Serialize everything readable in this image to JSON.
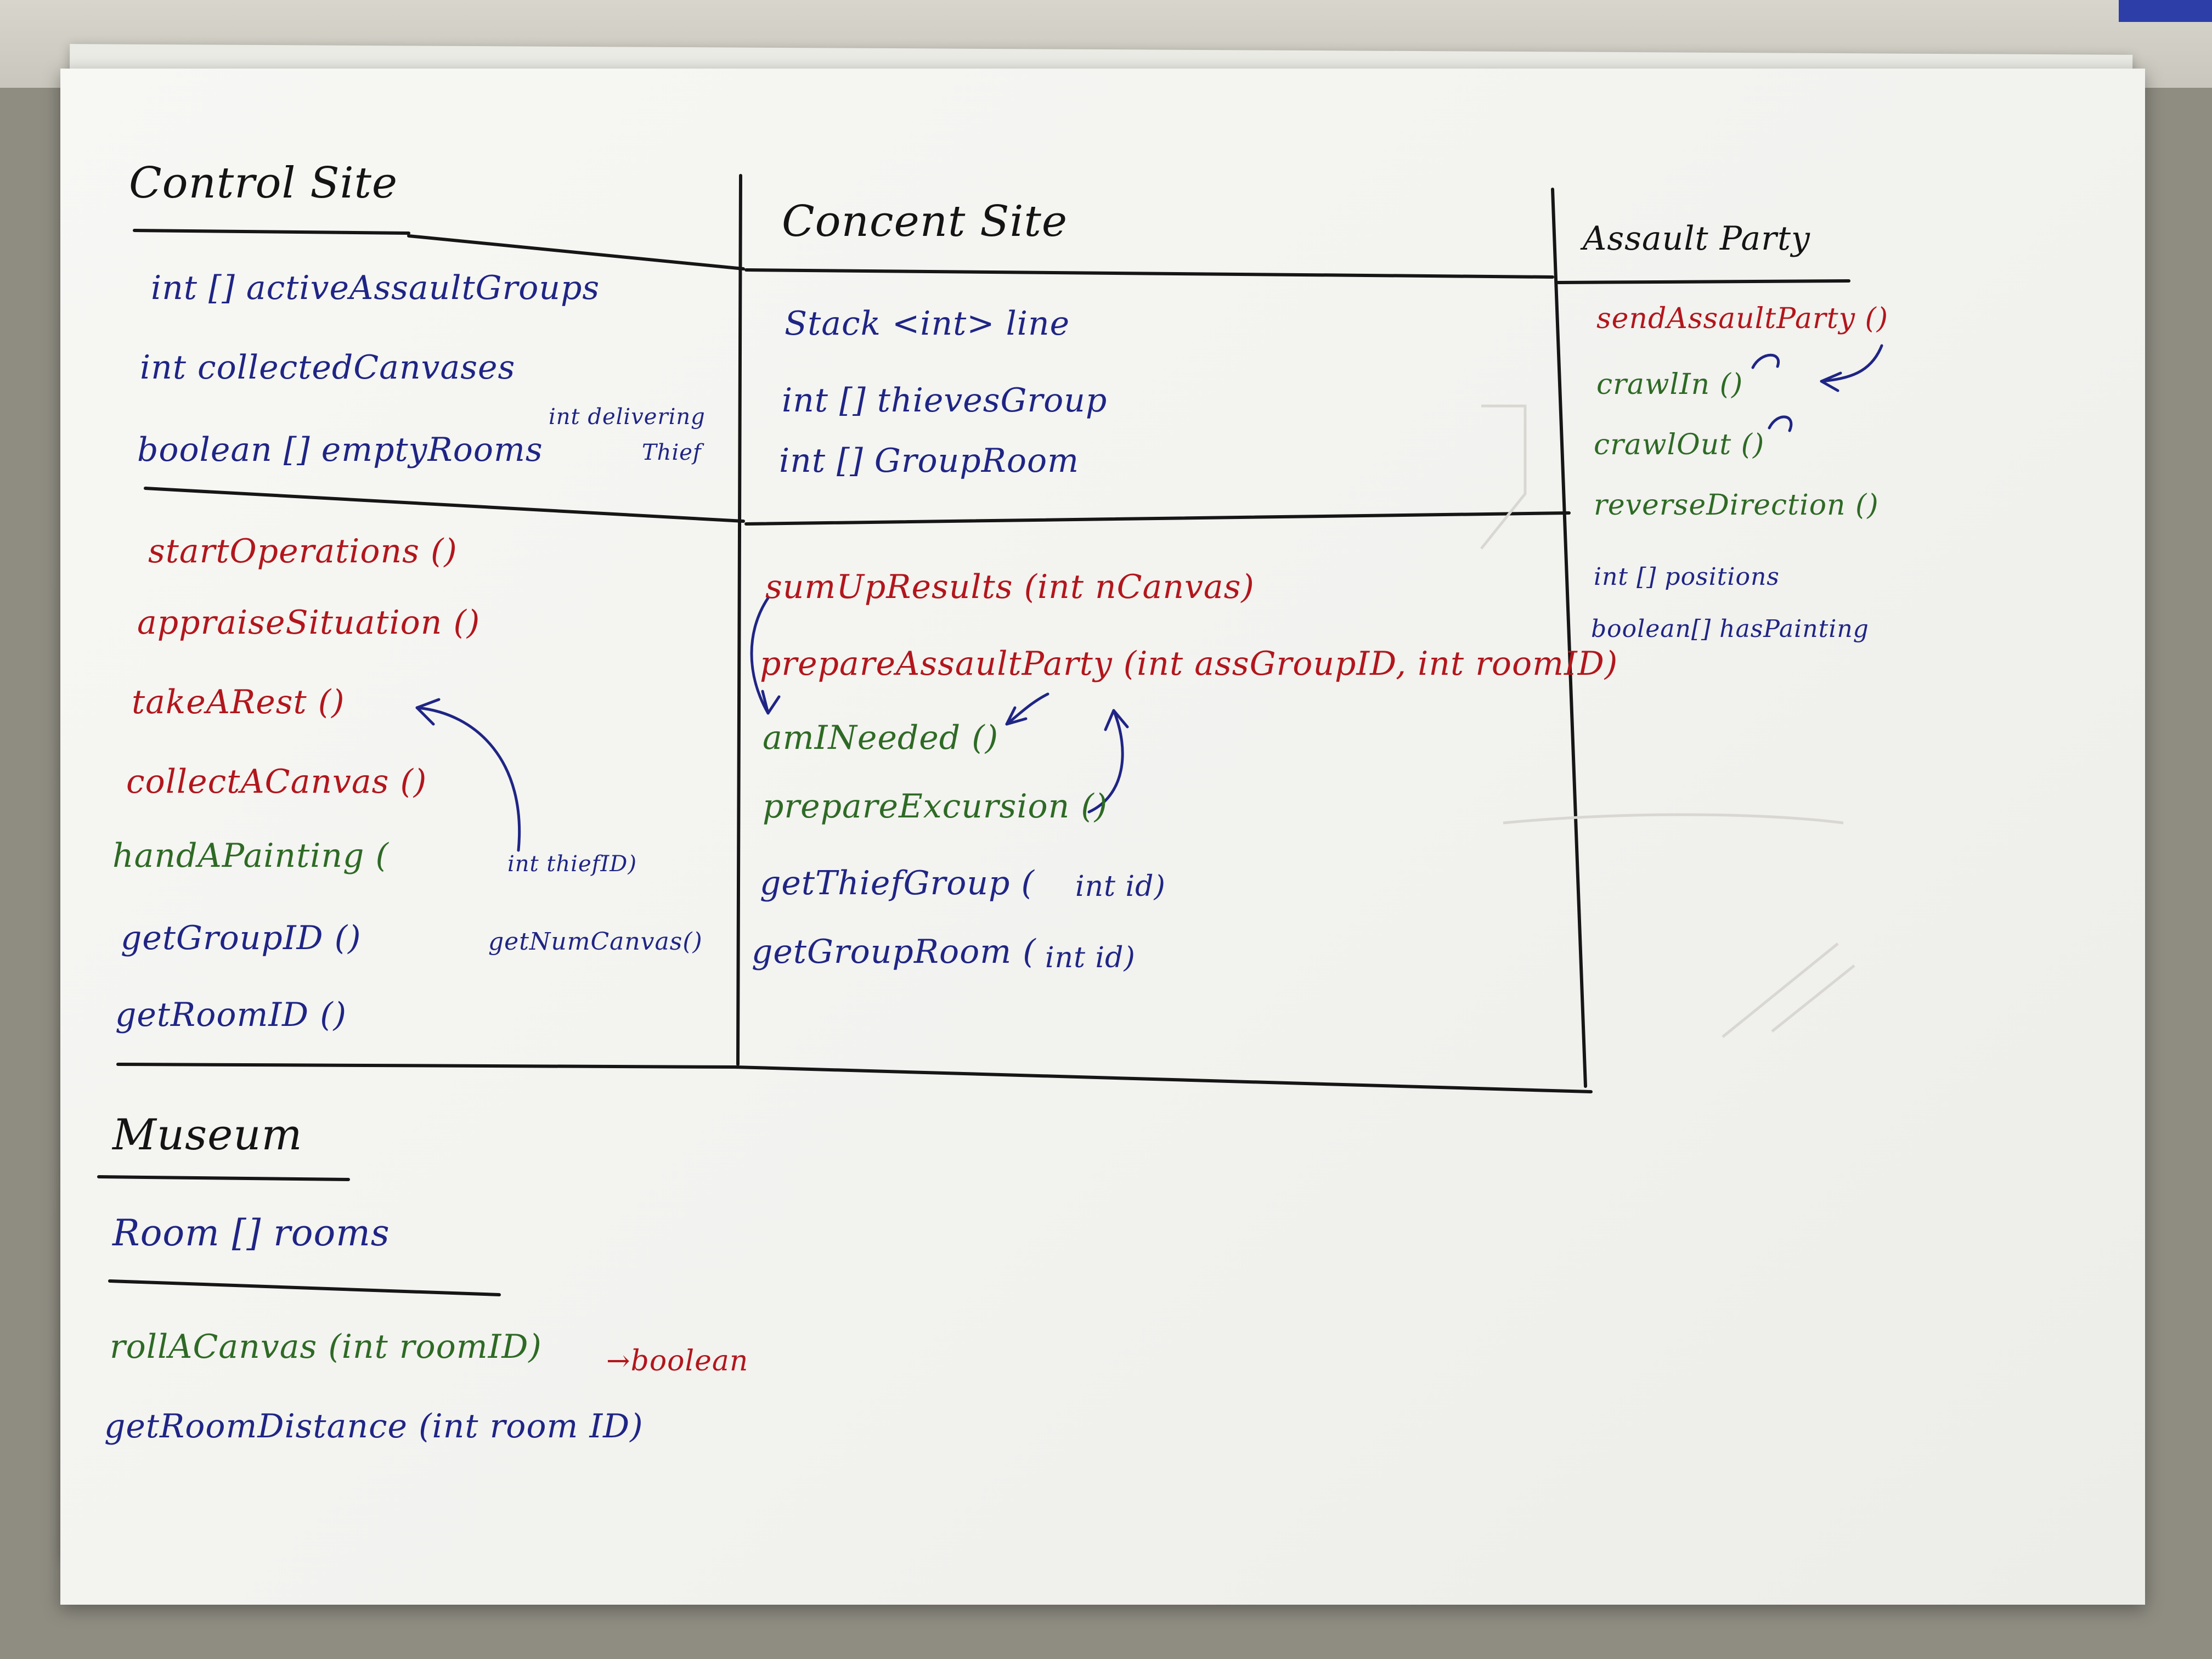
{
  "control_site": {
    "title": "Control Site",
    "attributes": [
      "int [] activeAssaultGroups",
      "int collectedCanvases",
      "boolean [] emptyRooms"
    ],
    "side_note_1": "int delivering",
    "side_note_2": "Thief",
    "methods": [
      {
        "text": "startOperations ()",
        "color": "#b2161c"
      },
      {
        "text": "appraiseSituation ()",
        "color": "#b2161c"
      },
      {
        "text": "takeARest ()",
        "color": "#b2161c"
      },
      {
        "text": "collectACanvas ()",
        "color": "#b2161c"
      },
      {
        "text": "handAPainting (",
        "color": "#2e6a25"
      },
      {
        "text": "getGroupID ()",
        "color": "#1f2585"
      },
      {
        "text": "getRoomID ()",
        "color": "#1f2585"
      }
    ],
    "hand_param": "int thiefID)",
    "extra_method": "getNumCanvas()"
  },
  "concentration_site": {
    "title": "Concent Site",
    "attributes": [
      "Stack <int> line",
      "int [] thievesGroup",
      "int [] GroupRoom"
    ],
    "methods": [
      {
        "text": "sumUpResults (int nCanvas)",
        "color": "#b2161c"
      },
      {
        "text": "prepareAssaultParty (int assGroupID, int roomID)",
        "color": "#b2161c"
      },
      {
        "text": "amINeeded ()",
        "color": "#2e6a25"
      },
      {
        "text": "prepareExcursion ()",
        "color": "#2e6a25"
      },
      {
        "text": "getThiefGroup (",
        "color": "#1f2585"
      },
      {
        "text": "getGroupRoom (",
        "color": "#1f2585"
      }
    ],
    "get_params": [
      "int id)",
      "int id)"
    ]
  },
  "assault_party": {
    "title": "Assault Party",
    "methods": [
      {
        "text": "sendAssaultParty ()",
        "color": "#b2161c"
      },
      {
        "text": "crawlIn ()",
        "color": "#2e6a25"
      },
      {
        "text": "crawlOut ()",
        "color": "#2e6a25"
      },
      {
        "text": "reverseDirection ()",
        "color": "#2e6a25"
      }
    ],
    "attributes": [
      "int [] positions",
      "boolean[] hasPainting"
    ]
  },
  "museum": {
    "title": "Museum",
    "attributes": [
      "Room [] rooms"
    ],
    "methods": [
      {
        "text": "rollACanvas (int roomID)",
        "color": "#2e6a25"
      },
      {
        "text": "getRoomDistance (int room ID)",
        "color": "#1f2585"
      }
    ],
    "return_note": "→boolean"
  }
}
